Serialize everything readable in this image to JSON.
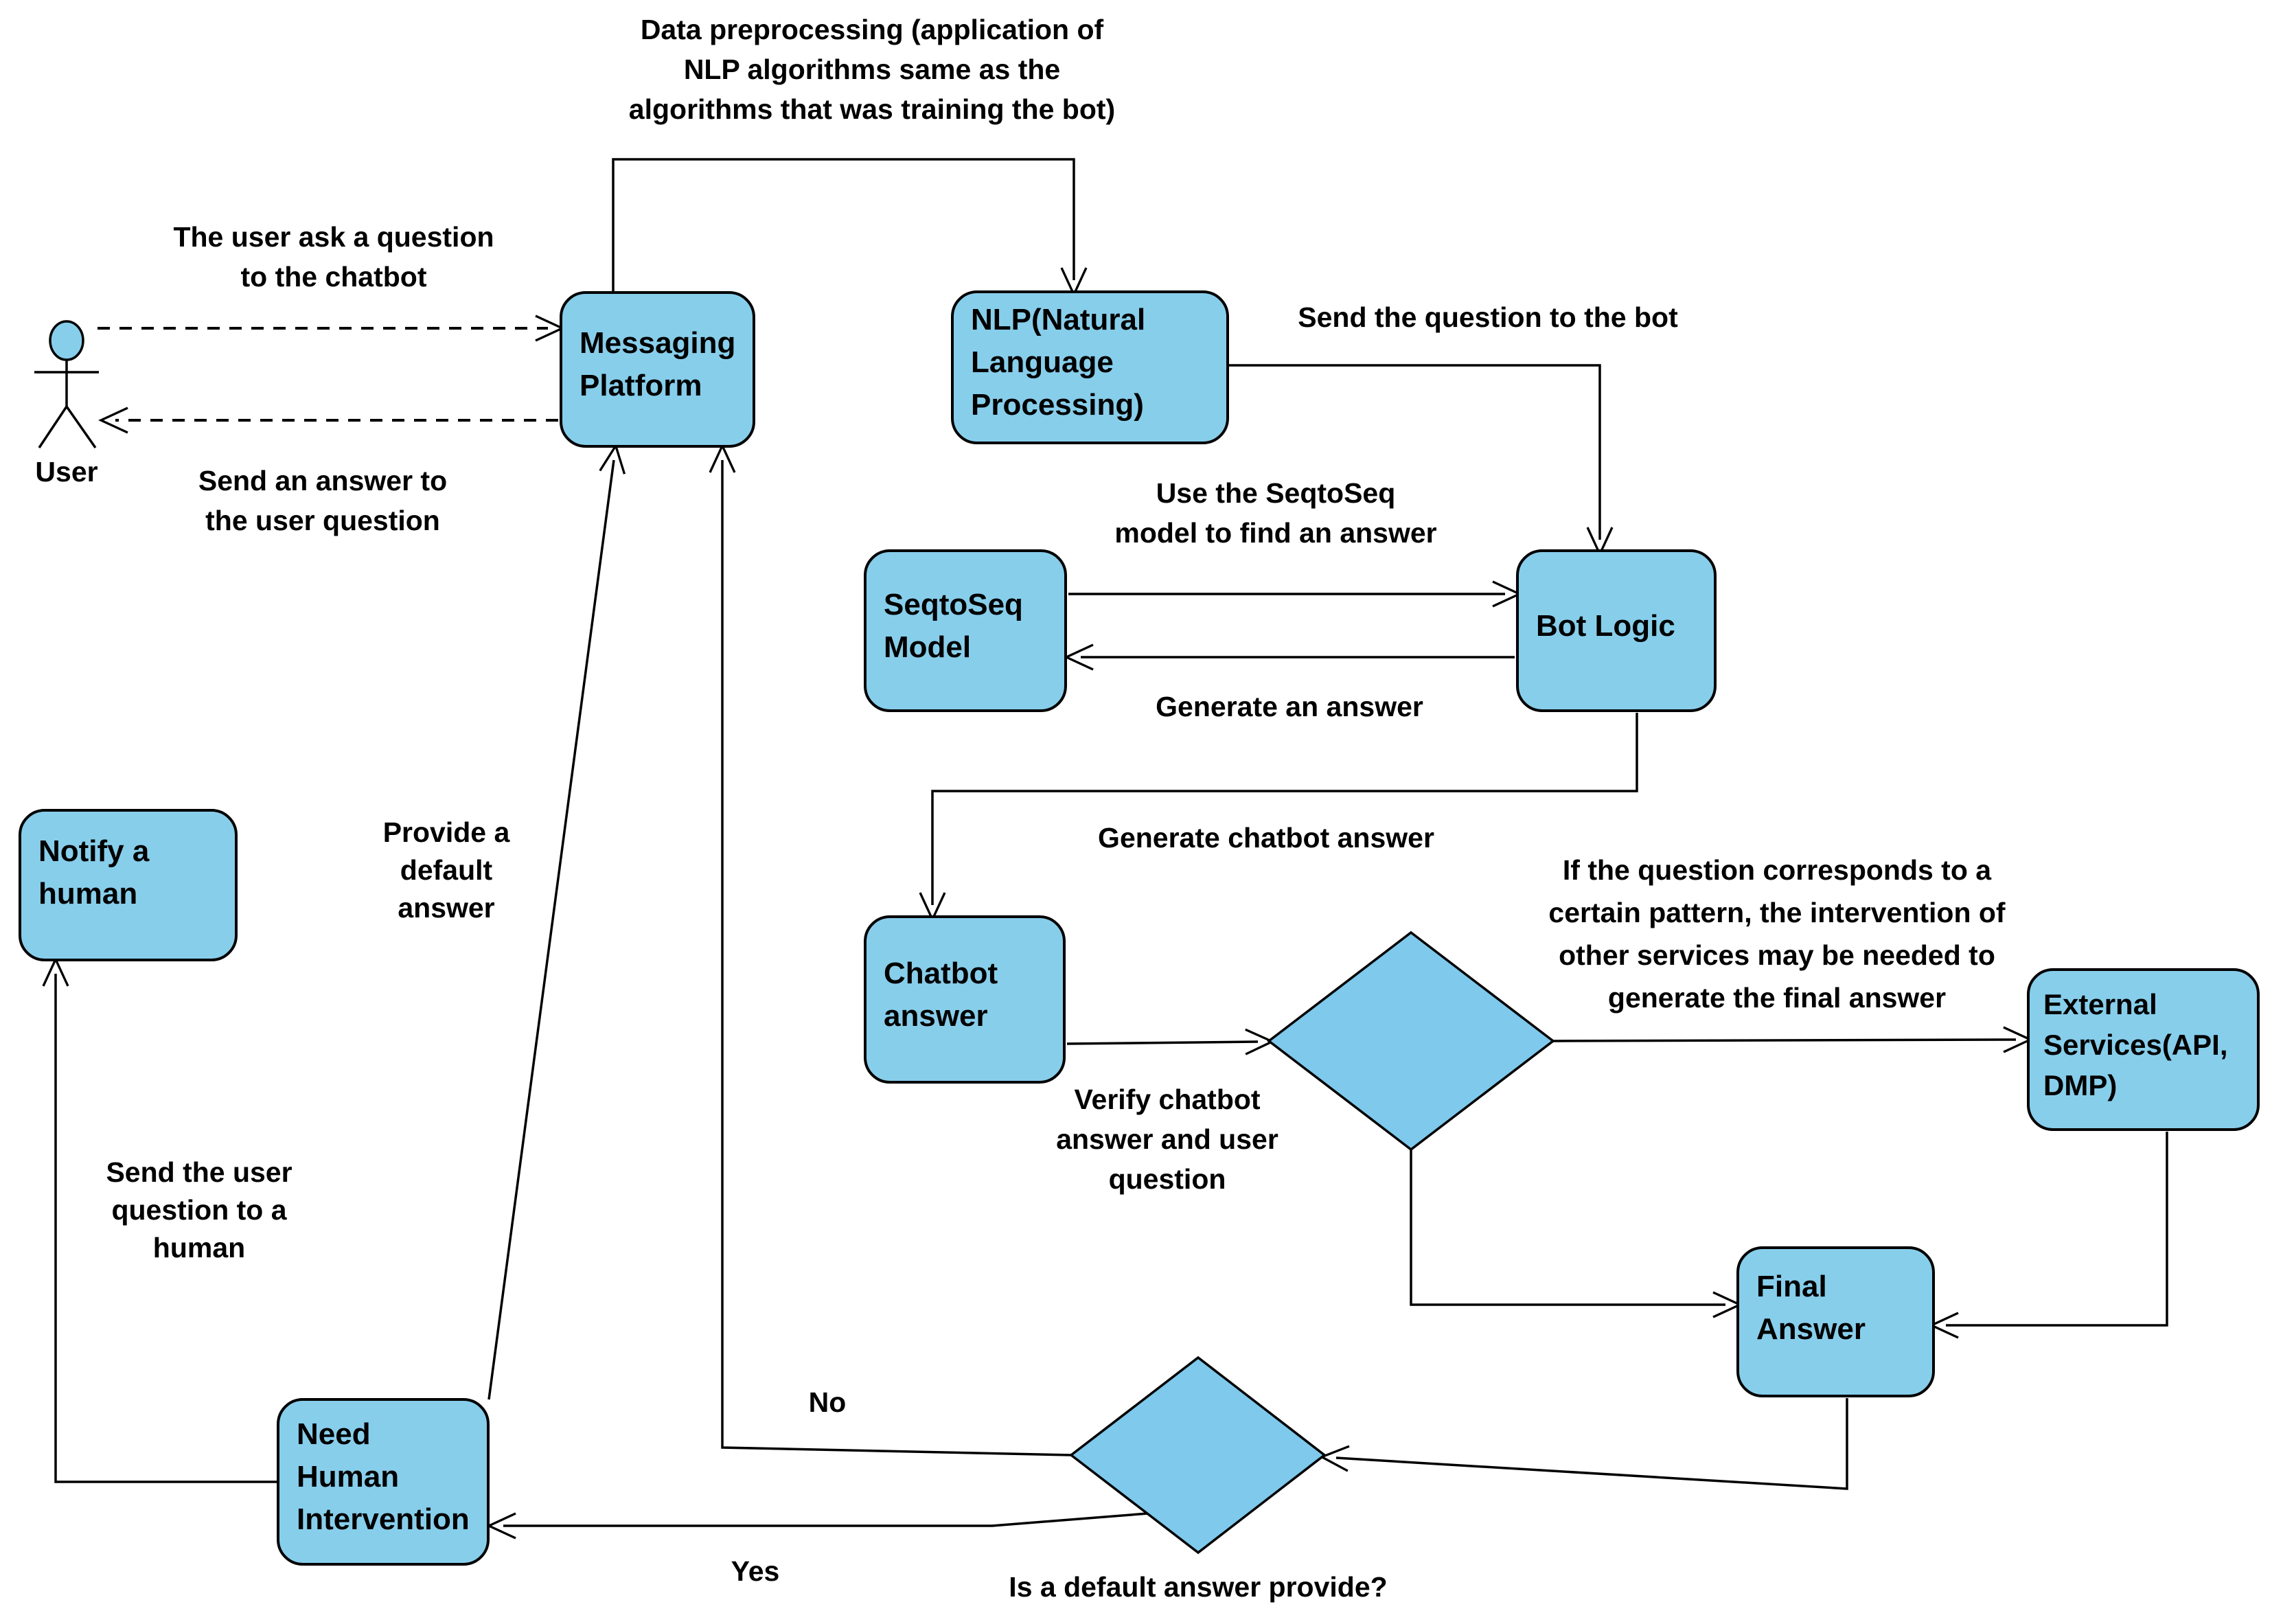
{
  "colors": {
    "node_fill": "#87CEEB",
    "diamond_fill": "#7EC9EC",
    "node_border": "#000000",
    "line": "#000000",
    "text": "#000000",
    "background": "#FFFFFF"
  },
  "actor": {
    "label": "User"
  },
  "nodes": {
    "messaging_platform": {
      "label": "Messaging\nPlatform"
    },
    "nlp": {
      "label": "NLP(Natural\nLanguage\nProcessing)"
    },
    "seqtoseq_model": {
      "label": "SeqtoSeq\nModel"
    },
    "bot_logic": {
      "label": "Bot Logic"
    },
    "chatbot_answer": {
      "label": "Chatbot\nanswer"
    },
    "external_services": {
      "label": "External\nServices(API,\nDMP)"
    },
    "final_answer": {
      "label": "Final\nAnswer"
    },
    "notify_human": {
      "label": "Notify a\nhuman"
    },
    "need_human": {
      "label": "Need\nHuman\nIntervention"
    }
  },
  "annotations": {
    "data_preprocessing": "Data preprocessing (application of\nNLP algorithms same as the\nalgorithms that was training the bot)",
    "user_ask": "The user ask a question\nto the chatbot",
    "send_answer": "Send an answer to\nthe user question",
    "send_question_bot": "Send the question to the bot",
    "use_seqtoseq": "Use the SeqtoSeq\nmodel to find an answer",
    "generate_answer": "Generate an answer",
    "generate_chatbot": "Generate chatbot answer",
    "if_question": "If the question corresponds to a\ncertain pattern, the intervention of\nother services may be needed to\ngenerate the final answer",
    "verify": "Verify chatbot\nanswer and user\nquestion",
    "provide_default": "Provide a\ndefault\nanswer",
    "send_user_question": "Send the user\nquestion to a\nhuman",
    "no": "No",
    "yes": "Yes",
    "is_default": "Is a default answer provide?"
  },
  "edges": [
    {
      "from": "user",
      "to": "messaging_platform",
      "style": "dashed",
      "label": "The user ask a question to the chatbot"
    },
    {
      "from": "messaging_platform",
      "to": "user",
      "style": "dashed",
      "label": "Send an answer to the user question"
    },
    {
      "from": "messaging_platform",
      "to": "nlp",
      "style": "solid",
      "label": "Data preprocessing (application of NLP algorithms same as the algorithms that was training the bot)"
    },
    {
      "from": "nlp",
      "to": "bot_logic",
      "style": "solid",
      "label": "Send the question to the bot"
    },
    {
      "from": "seqtoseq_model",
      "to": "bot_logic",
      "style": "solid",
      "label": "Use the SeqtoSeq model to find an answer"
    },
    {
      "from": "bot_logic",
      "to": "seqtoseq_model",
      "style": "solid",
      "label": "Generate an answer"
    },
    {
      "from": "bot_logic",
      "to": "chatbot_answer",
      "style": "solid",
      "label": "Generate chatbot answer"
    },
    {
      "from": "chatbot_answer",
      "to": "pattern_decision",
      "style": "solid",
      "label": "Verify chatbot answer and user question"
    },
    {
      "from": "pattern_decision",
      "to": "external_services",
      "style": "solid",
      "label": "If the question corresponds to a certain pattern, the intervention of other services may be needed to generate the final answer"
    },
    {
      "from": "external_services",
      "to": "final_answer",
      "style": "solid",
      "label": ""
    },
    {
      "from": "pattern_decision",
      "to": "final_answer",
      "style": "solid",
      "label": ""
    },
    {
      "from": "final_answer",
      "to": "default_answer_decision",
      "style": "solid",
      "label": "Is a default answer provide?"
    },
    {
      "from": "default_answer_decision",
      "to": "messaging_platform",
      "style": "solid",
      "label": "No"
    },
    {
      "from": "default_answer_decision",
      "to": "need_human",
      "style": "solid",
      "label": "Yes"
    },
    {
      "from": "need_human",
      "to": "messaging_platform",
      "style": "solid",
      "label": "Provide a default answer"
    },
    {
      "from": "need_human",
      "to": "notify_human",
      "style": "solid",
      "label": "Send the user question to a human"
    }
  ]
}
